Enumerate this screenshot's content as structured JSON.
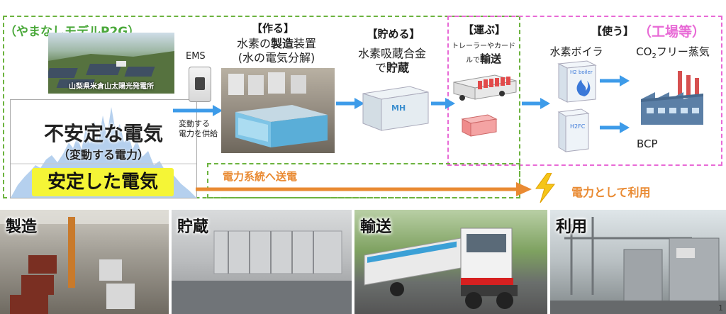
{
  "model_label": "（やまなしモデルP2G）",
  "solar_plant_caption": "山梨県米倉山太陽光発電所",
  "unstable_title": "不安定な電気",
  "unstable_sub": "（変動する電力）",
  "stable_label": "安定した電気",
  "ems_label": "EMS",
  "supply_label": "変動する\n電力を供給",
  "make": {
    "heading": "【作る】",
    "line2a": "水素の",
    "line2b": "製造",
    "line2c": "装置",
    "line3": "(水の電気分解)"
  },
  "store": {
    "heading": "【貯める】",
    "line2": "水素吸蔵合金",
    "line3a": "で",
    "line3b": "貯蔵",
    "mh_label": "MH"
  },
  "transport": {
    "heading": "【運ぶ】",
    "line2": "トレーラーやカード",
    "line3a": "ルで",
    "line3b": "輸送"
  },
  "use": {
    "heading": "【使う】",
    "factory_heading": "（工場等）",
    "boiler_label": "水素ボイラ",
    "steam_label_pre": "CO",
    "steam_label_sub": "2",
    "steam_label_post": "フリー蒸気",
    "bcp_label": "BCP",
    "boiler_tag": "H2 boiler",
    "fc_tag": "H2FC"
  },
  "grid_label": "電力系統へ送電",
  "power_use_label": "電力として利用",
  "photos": [
    "製造",
    "貯蔵",
    "輸送",
    "利用"
  ],
  "page_number": "1",
  "colors": {
    "green_dash": "#6cb33f",
    "pink_dash": "#e86ad6",
    "arrow_blue": "#3d9be9",
    "arrow_orange": "#e98a32",
    "stable_yellow": "#f5f536",
    "factory_pink": "#e86ad6"
  }
}
